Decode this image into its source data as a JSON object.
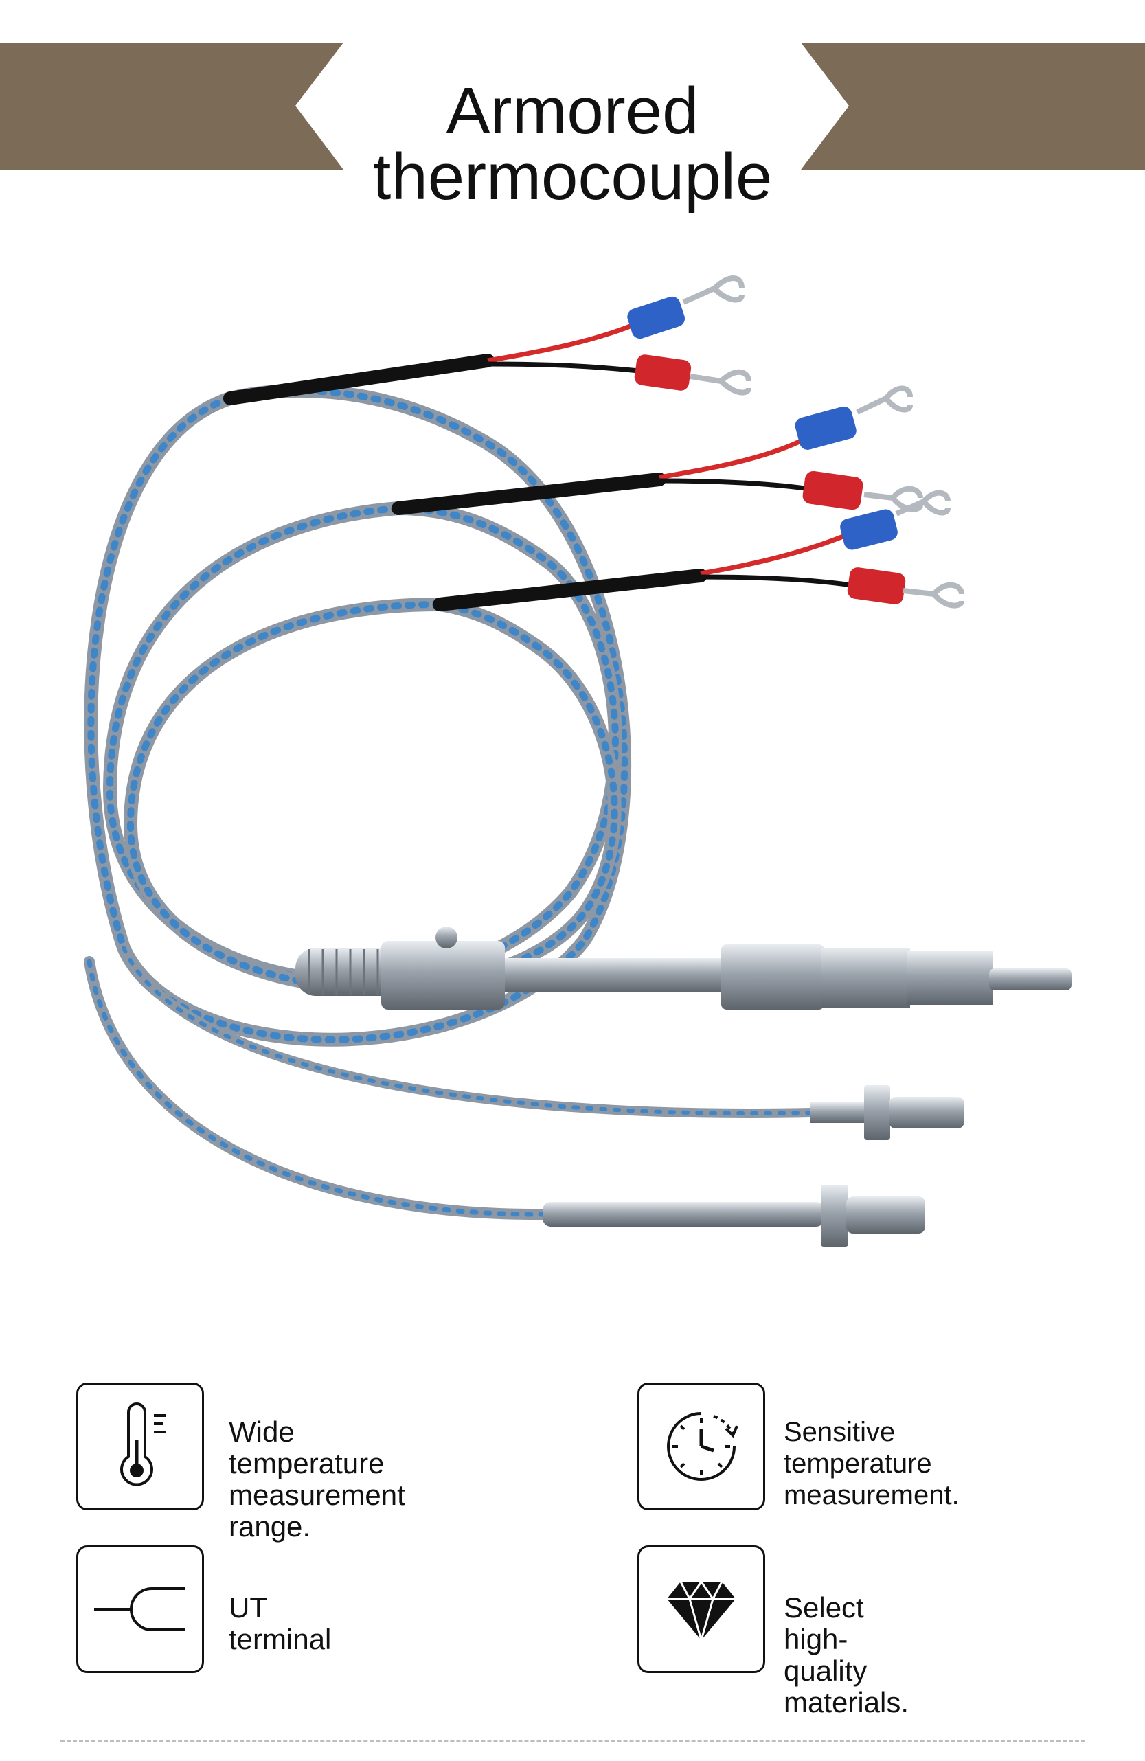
{
  "header": {
    "title_line1": "Armored",
    "title_line2": "thermocouple",
    "banner_color": "#7c6c57"
  },
  "product_image": {
    "icon": "armored-thermocouple-illustration",
    "sheath_color": "#9aa6b4",
    "braid_accent_color": "#3f86c9",
    "wire_colors": [
      "#d42a2a",
      "#111111"
    ],
    "terminal_colors": [
      "#2f62c7",
      "#d0262c"
    ]
  },
  "features": [
    {
      "icon": "thermometer-icon",
      "line1": "Wide temperature",
      "line2": "measurement range."
    },
    {
      "icon": "clock-icon",
      "line1": "Sensitive temperature",
      "line2": "measurement."
    },
    {
      "icon": "ut-terminal-icon",
      "line1": "UT terminal",
      "line2": ""
    },
    {
      "icon": "diamond-icon",
      "line1": "Select high-quality",
      "line2": "materials."
    }
  ]
}
